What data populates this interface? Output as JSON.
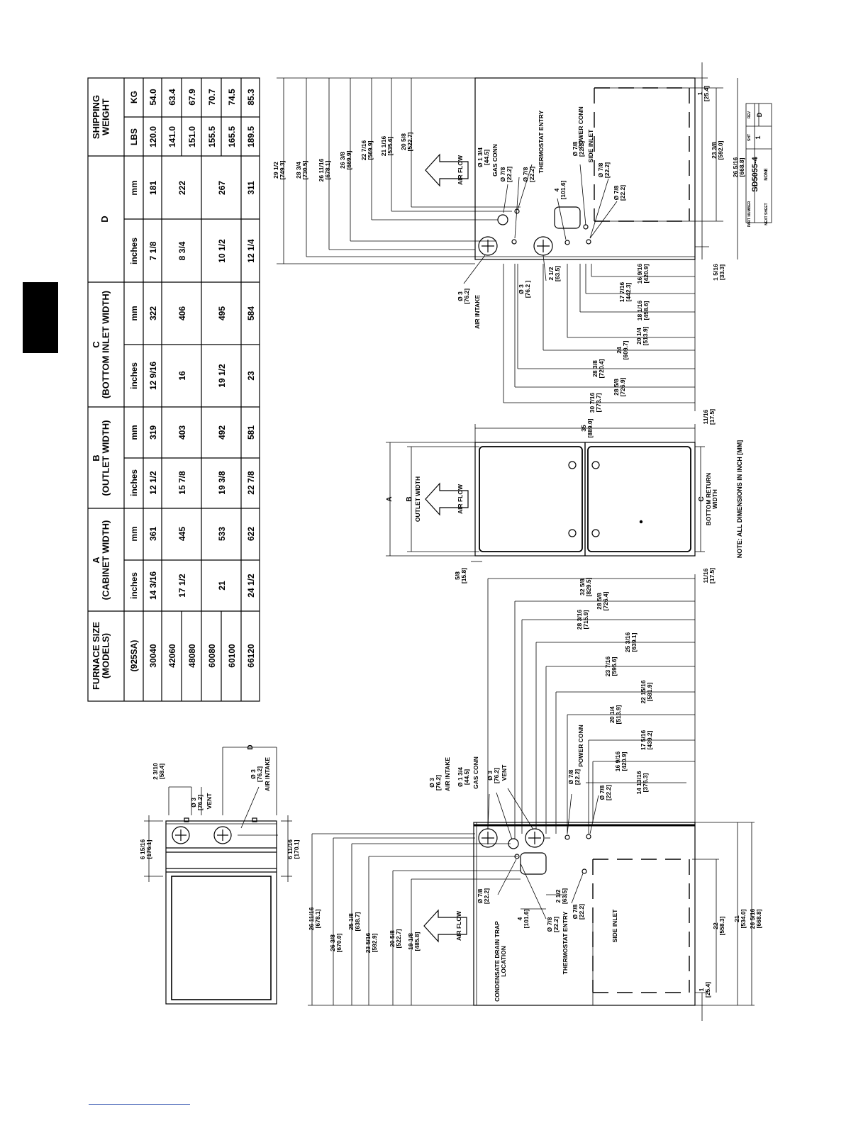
{
  "table": {
    "headers": {
      "furnace_size": "FURNACE SIZE\n(MODELS)",
      "a": "A\n(CABINET WIDTH)",
      "b": "B\n(OUTLET WIDTH)",
      "c": "C\n(BOTTOM INLET WIDTH)",
      "d": "D",
      "weight": "SHIPPING\nWEIGHT"
    },
    "subheaders": {
      "model": "(925SA)",
      "inches": "inches",
      "mm": "mm",
      "lbs": "LBS",
      "kg": "KG"
    },
    "rows": [
      {
        "model": "30040",
        "a_in": "14 3/16",
        "a_mm": "361",
        "b_in": "12 1/2",
        "b_mm": "319",
        "c_in": "12 9/16",
        "c_mm": "322",
        "d_in": "7 1/8",
        "d_mm": "181",
        "lbs": "120.0",
        "kg": "54.0"
      },
      {
        "model": "42060",
        "a_in": "17 1/2",
        "a_mm": "445",
        "b_in": "15 7/8",
        "b_mm": "403",
        "c_in": "16",
        "c_mm": "406",
        "d_in": "8 3/4",
        "d_mm": "222",
        "lbs": "141.0",
        "kg": "63.4"
      },
      {
        "model": "48080",
        "lbs": "151.0",
        "kg": "67.9"
      },
      {
        "model": "60080",
        "a_in": "21",
        "a_mm": "533",
        "b_in": "19 3/8",
        "b_mm": "492",
        "c_in": "19 1/2",
        "c_mm": "495",
        "d_in": "10 1/2",
        "d_mm": "267",
        "lbs": "155.5",
        "kg": "70.7"
      },
      {
        "model": "60100",
        "lbs": "165.5",
        "kg": "74.5"
      },
      {
        "model": "66120",
        "a_in": "24 1/2",
        "a_mm": "622",
        "b_in": "22 7/8",
        "b_mm": "581",
        "c_in": "23",
        "c_mm": "584",
        "d_in": "12 1/4",
        "d_mm": "311",
        "lbs": "189.5",
        "kg": "85.3"
      }
    ]
  },
  "labels": {
    "air_flow": "AIR FLOW",
    "air_intake": "AIR INTAKE",
    "vent": "VENT",
    "gas_conn": "GAS CONN",
    "power_conn": "POWER CONN",
    "thermostat_entry": "THERMOSTAT ENTRY",
    "side_inlet": "SIDE INLET",
    "outlet_width": "OUTLET WIDTH",
    "bottom_return_width": "BOTTOM RETURN\nWIDTH",
    "condensate_drain": "CONDENSATE DRAIN TRAP\nLOCATION",
    "dim_a": "A",
    "dim_b": "B",
    "dim_c": "C",
    "dim_d": "D",
    "note": "NOTE: ALL DIMENSIONS IN INCH [MM]",
    "phi3_762": "Ø 3\n[76.2]",
    "phi3_762b": "Ø 3\n[76.2 ]",
    "phi134": "Ø 1 3/4\n[44.5]",
    "phi78": "Ø 7/8\n[22.2]"
  },
  "dims_right_view": {
    "d29_1_2": "29 1/2\n[749.3]",
    "d28_3_4": "28 3/4\n[730.5]",
    "d26_11_16": "26 11/16\n[678.1]",
    "d26_3_8": "26 3/8\n[669.9]",
    "d22_7_16": "22 7/16\n[569.9]",
    "d21_1_16": "21 1/16\n[535.6]",
    "d20_5_8": "20 5/8\n[522.7]",
    "d4": "4\n[101.6]",
    "d2_1_2": "2 1/2\n[63.5]",
    "d1": "1\n[25.4]",
    "d23_3_8": "23 3/8\n[592.0]",
    "d26_5_16": "26 5/16\n[668.8]",
    "d1_5_16": "1 5/16\n[33.3]",
    "d17_7_16": "17 7/16\n[442.3]",
    "d16_9_16": "16 9/16\n[420.9]",
    "d18_1_16": "18 1/16\n[458.6]",
    "d20_1_4": "20 1/4\n[513.9]",
    "d24": "24\n[609.7]",
    "d28_3_8": "28 3/8\n[720.4]",
    "d28_5_8": "28 5/8\n[726.9]",
    "d30_7_16": "30 7/16\n[773.7]"
  },
  "dims_front_view": {
    "d35": "35\n[889.0]",
    "d11_16": "11/16\n[17.5]",
    "d5_8": "5/8\n[15.8]"
  },
  "dims_left_view": {
    "d32_5_8": "32 5/8\n[829.5]",
    "d28_3_16": "28 3/16\n[715.9]",
    "d28_5_8": "28 5/8\n[726.4]",
    "d25_3_16": "25 3/16\n[639.1]",
    "d23_7_16": "23 7/16\n[595.6]",
    "d22_15_16": "22 15/16\n[581.9]",
    "d20_1_4": "20 1/4\n[513.9]",
    "d17_5_16": "17 5/16\n[439.2]",
    "d16_9_16": "16 9/16\n[420.9]",
    "d14_13_16": "14 13/16\n[376.3]",
    "d26_11_16": "26 11/16\n[678.1]",
    "d26_3_8": "26 3/8\n[670.0]",
    "d25_1_8": "25 1/8\n[638.7]",
    "d23_5_16": "23 5/16\n[592.9]",
    "d20_5_8": "20 5/8\n[522.7]",
    "d19_1_8": "19 1/8\n[485.8]",
    "d4": "4\n[101.6]",
    "d2_1_2": "2 1/2\n[63.5]",
    "d22": "22\n[558.3]",
    "d21": "21\n[534.0]",
    "d26_5_16": "26 5/16\n[668.8]",
    "d1": "1\n[25.4]"
  },
  "dims_top_view": {
    "d6_15_16": "6 15/16\n[176.1]",
    "d6_11_16": "6 11/16\n[170.1]",
    "d2_3_10": "2 3/10\n[58.4]"
  },
  "title_block": {
    "drawing_no": "SD5055-4",
    "sheet": "1",
    "rev": "D",
    "part_number_label": "PART NUMBER",
    "sheet_label": "SHT",
    "rev_label": "REV",
    "next_sheet_label": "NEXT SHEET",
    "next_sheet_value": "NONE"
  }
}
